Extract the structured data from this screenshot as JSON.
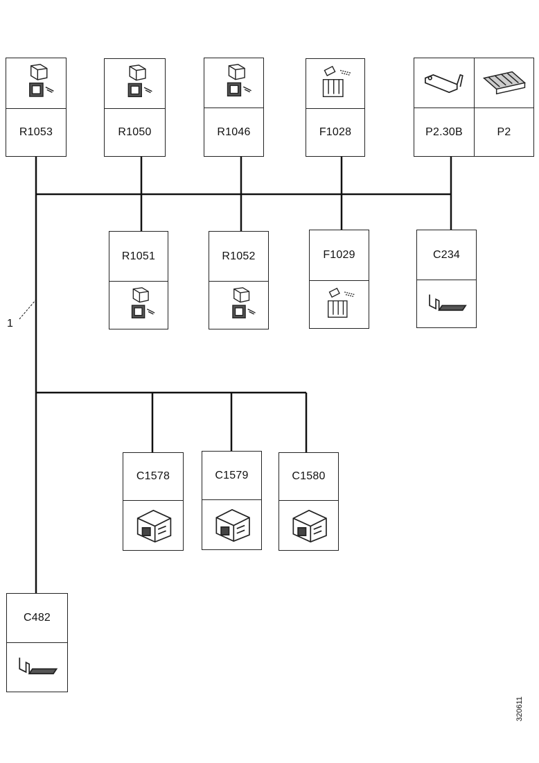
{
  "diagram": {
    "callout_label": "1",
    "ref_code": "320611",
    "top_row": [
      {
        "label": "R1053",
        "icon": "relay-icon"
      },
      {
        "label": "R1050",
        "icon": "relay-icon"
      },
      {
        "label": "R1046",
        "icon": "relay-icon"
      },
      {
        "label": "F1028",
        "icon": "fuse-holder-icon"
      },
      {
        "label": "P2.30B",
        "icon": "terminal-icon"
      },
      {
        "label": "P2",
        "icon": "terminal-strip-icon"
      }
    ],
    "second_row": [
      {
        "label": "R1051",
        "icon": "relay-icon"
      },
      {
        "label": "R1052",
        "icon": "relay-icon"
      },
      {
        "label": "F1029",
        "icon": "fuse-holder-icon"
      },
      {
        "label": "C234",
        "icon": "terminal-icon"
      }
    ],
    "third_row": [
      {
        "label": "C1578",
        "icon": "connector-housing-icon"
      },
      {
        "label": "C1579",
        "icon": "connector-housing-icon"
      },
      {
        "label": "C1580",
        "icon": "connector-housing-icon"
      }
    ],
    "bottom": {
      "label": "C482",
      "icon": "terminal-icon"
    }
  }
}
